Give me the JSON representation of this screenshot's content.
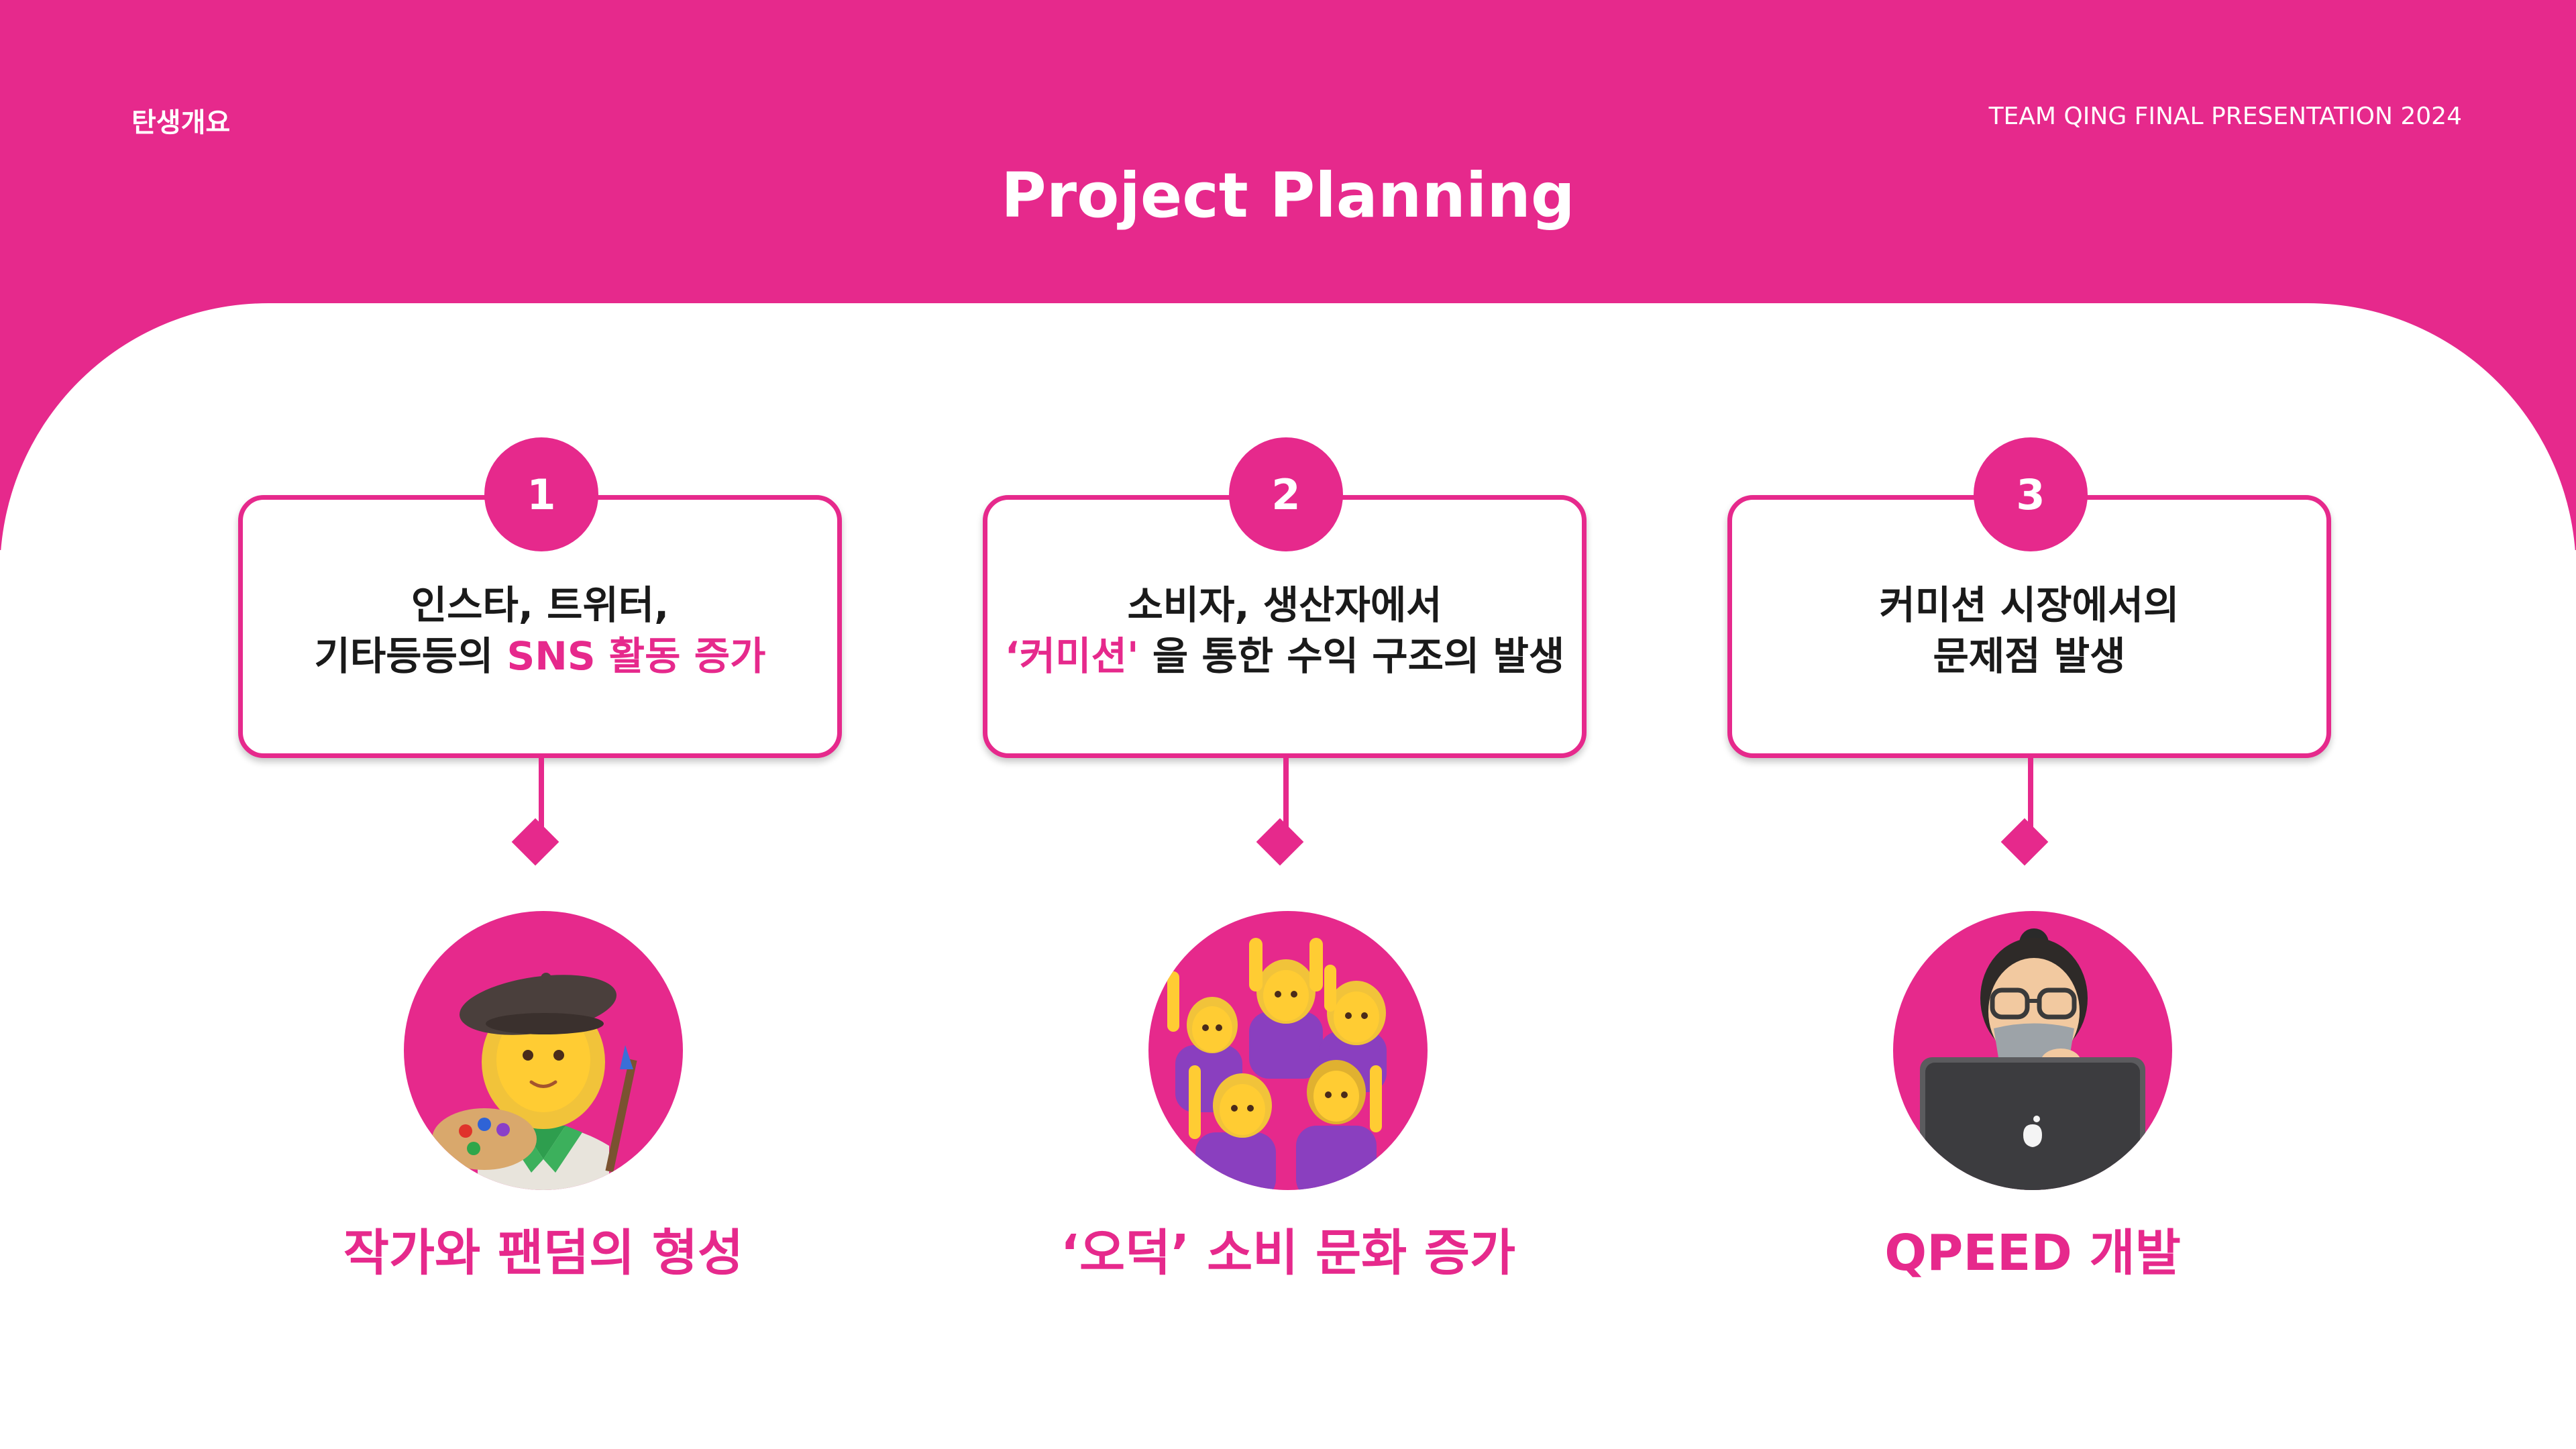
{
  "header": {
    "section_label": "탄생개요",
    "team_label": "TEAM QING FINAL PRESENTATION 2024",
    "title": "Project Planning"
  },
  "steps": [
    {
      "number": "1",
      "line1": "인스타, 트위터,",
      "line2_plain": "기타등등의 ",
      "line2_highlight": "SNS 활동 증가",
      "image_icon": "artist-emoji-icon",
      "caption": "작가와 팬덤의 형성"
    },
    {
      "number": "2",
      "line1": "소비자, 생산자에서",
      "line2_highlight": "‘커미션'",
      "line2_plain": " 을 통한 수익 구조의 발생",
      "image_icon": "fans-raising-hands-emoji-icon",
      "caption": "‘오덕’ 소비 문화 증가"
    },
    {
      "number": "3",
      "line1": "커미션 시장에서의",
      "line2": "문제점 발생",
      "image_icon": "developer-memoji-laptop-icon",
      "caption": "QPEED 개발"
    }
  ],
  "colors": {
    "accent": "#E6298C",
    "background": "#FFFFFF",
    "text": "#1A1A1A"
  }
}
